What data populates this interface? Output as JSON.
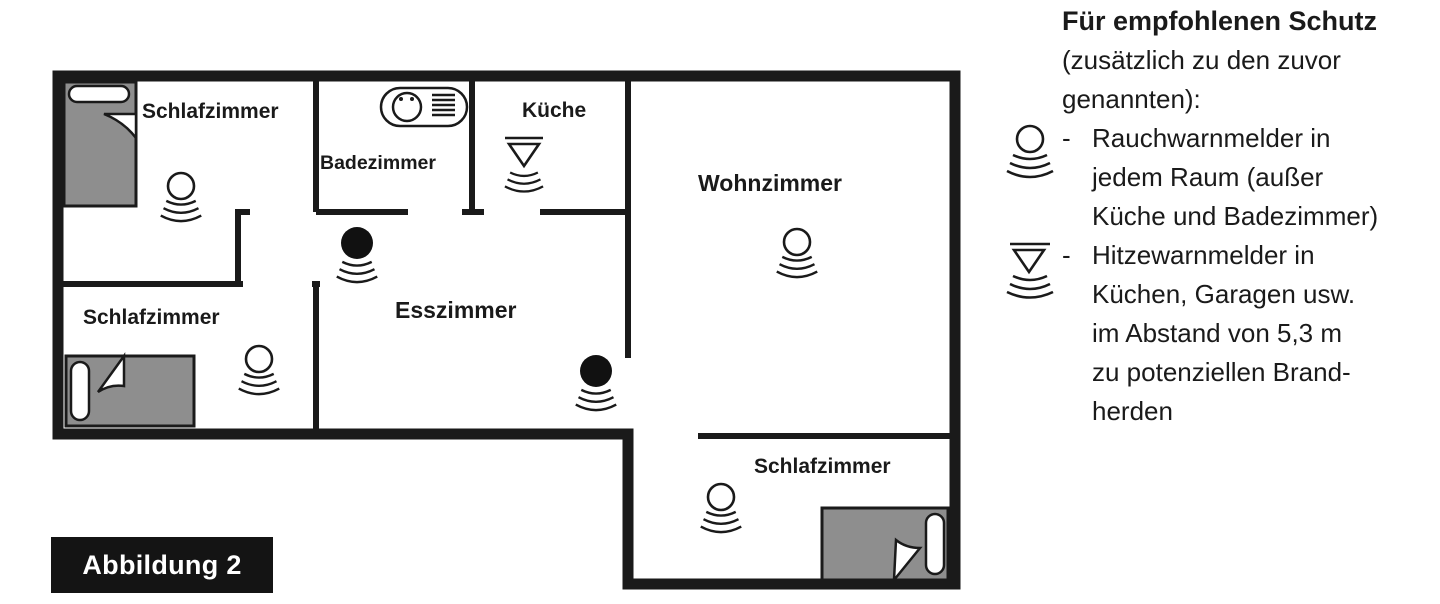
{
  "rooms": {
    "bedroom_top_left": "Schlafzimmer",
    "bathroom": "Badezimmer",
    "kitchen": "Küche",
    "living_room": "Wohnzimmer",
    "bedroom_mid_left": "Schlafzimmer",
    "dining_room": "Esszimmer",
    "bedroom_bottom_right": "Schlafzimmer"
  },
  "legend": {
    "title": "Für empfohlenen Schutz",
    "subtitle": "(zusätzlich zu den zuvor\ngenannten):",
    "items": [
      {
        "icon": "smoke-detector-icon",
        "dash": "-",
        "text": "Rauchwarnmelder in\njedem Raum (außer\nKüche und Badezimmer)"
      },
      {
        "icon": "heat-detector-icon",
        "dash": "-",
        "text": "Hitzewarnmelder in\nKüchen, Garagen usw.\nim Abstand von 5,3 m\nzu potenziellen Brand-\nherden"
      }
    ]
  },
  "figure_label": "Abbildung 2",
  "colors": {
    "wall": "#1a1a1a",
    "bed": "#8e8e8e",
    "badge": "#141414"
  }
}
